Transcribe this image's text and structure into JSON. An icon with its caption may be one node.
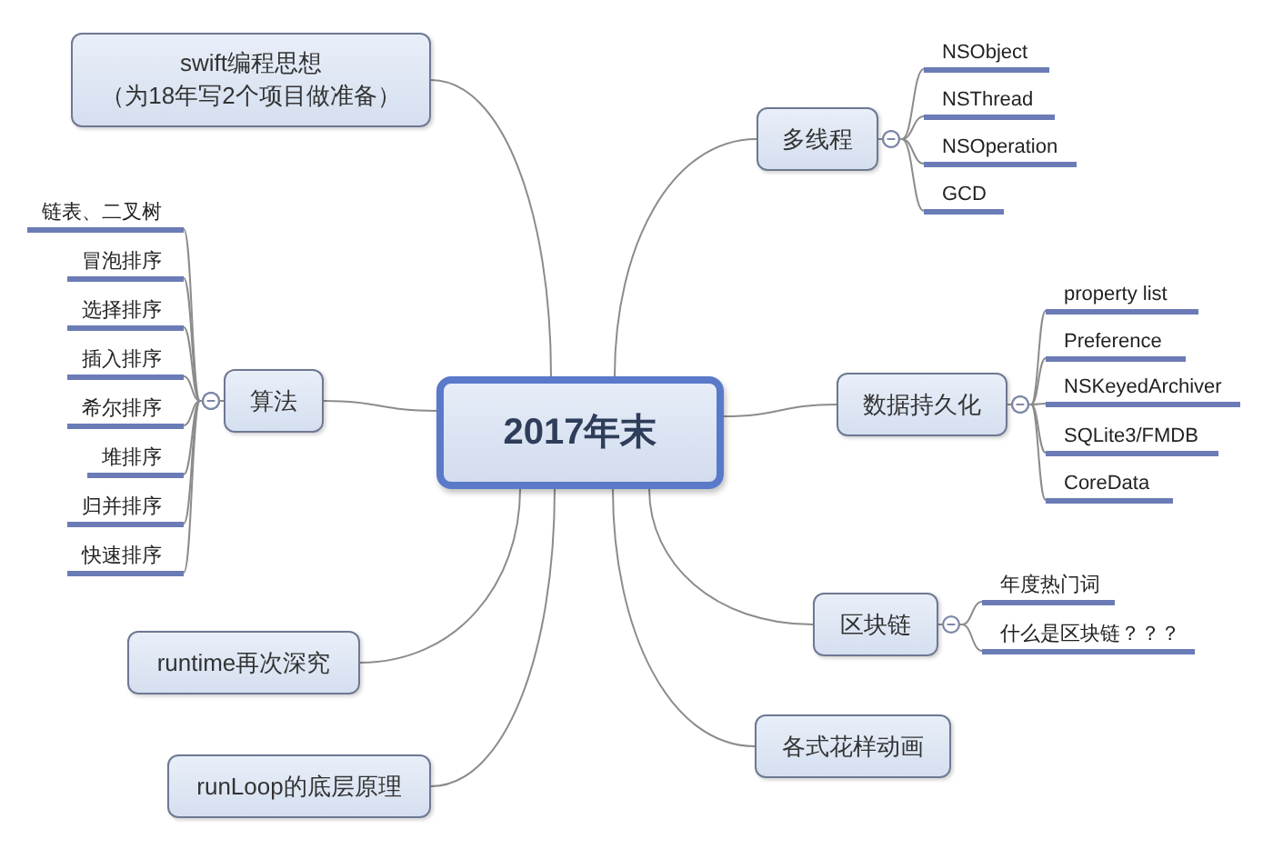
{
  "diagram": {
    "nodes": [
      {
        "text": [
          "2017年末"
        ]
      },
      {
        "text": [
          "swift编程思想（为18年写2个项目做准备）"
        ]
      },
      {
        "text": [
          "算法"
        ]
      },
      {
        "text": [
          "链表、二叉树"
        ]
      },
      {
        "text": [
          "冒泡排序"
        ]
      },
      {
        "text": [
          "选择排序"
        ]
      },
      {
        "text": [
          "插入排序"
        ]
      },
      {
        "text": [
          "希尔排序"
        ]
      },
      {
        "text": [
          "堆排序"
        ]
      },
      {
        "text": [
          "归并排序"
        ]
      },
      {
        "text": [
          "快速排序"
        ]
      },
      {
        "text": [
          "runtime再次深究"
        ]
      },
      {
        "text": [
          "runLoop的底层原理"
        ]
      },
      {
        "text": [
          "多线程"
        ]
      },
      {
        "text": [
          "NSObject"
        ]
      },
      {
        "text": [
          "NSThread"
        ]
      },
      {
        "text": [
          "NSOperation"
        ]
      },
      {
        "text": [
          "GCD"
        ]
      },
      {
        "text": [
          "数据持久化"
        ]
      },
      {
        "text": [
          "property list"
        ]
      },
      {
        "text": [
          "Preference"
        ]
      },
      {
        "text": [
          "NSKeyedArchiver"
        ]
      },
      {
        "text": [
          "SQLite3/FMDB"
        ]
      },
      {
        "text": [
          "CoreData"
        ]
      },
      {
        "text": [
          "区块链"
        ]
      },
      {
        "text": [
          "年度热门词"
        ]
      },
      {
        "text": [
          "什么是区块链？？？"
        ]
      },
      {
        "text": [
          "各式花样动画"
        ]
      }
    ],
    "edges": [
      {
        "from": 0,
        "to": 1,
        "arrow": "none"
      },
      {
        "from": 0,
        "to": 2,
        "arrow": "none"
      },
      {
        "from": 2,
        "to": 3,
        "arrow": "other"
      },
      {
        "from": 2,
        "to": 4,
        "arrow": "other"
      },
      {
        "from": 2,
        "to": 5,
        "arrow": "other"
      },
      {
        "from": 2,
        "to": 6,
        "arrow": "other"
      },
      {
        "from": 2,
        "to": 7,
        "arrow": "other"
      },
      {
        "from": 2,
        "to": 8,
        "arrow": "other"
      },
      {
        "from": 2,
        "to": 9,
        "arrow": "other"
      },
      {
        "from": 2,
        "to": 10,
        "arrow": "other"
      },
      {
        "from": 0,
        "to": 11,
        "arrow": "none"
      },
      {
        "from": 0,
        "to": 12,
        "arrow": "none"
      },
      {
        "from": 0,
        "to": 13,
        "arrow": "none"
      },
      {
        "from": 13,
        "to": 14,
        "arrow": "other"
      },
      {
        "from": 13,
        "to": 15,
        "arrow": "other"
      },
      {
        "from": 13,
        "to": 16,
        "arrow": "other"
      },
      {
        "from": 13,
        "to": 17,
        "arrow": "other"
      },
      {
        "from": 0,
        "to": 18,
        "arrow": "none"
      },
      {
        "from": 18,
        "to": 19,
        "arrow": "other"
      },
      {
        "from": 18,
        "to": 20,
        "arrow": "other"
      },
      {
        "from": 18,
        "to": 21,
        "arrow": "other"
      },
      {
        "from": 18,
        "to": 22,
        "arrow": "other"
      },
      {
        "from": 18,
        "to": 23,
        "arrow": "other"
      },
      {
        "from": 0,
        "to": 24,
        "arrow": "none"
      },
      {
        "from": 24,
        "to": 25,
        "arrow": "other"
      },
      {
        "from": 24,
        "to": 26,
        "arrow": "other"
      },
      {
        "from": 0,
        "to": 27,
        "arrow": "none"
      }
    ]
  }
}
